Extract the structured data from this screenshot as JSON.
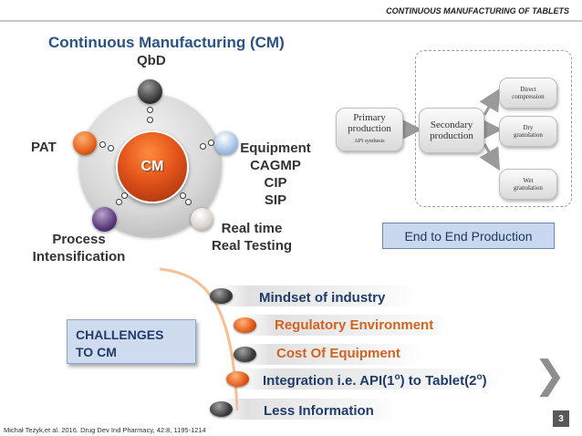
{
  "header": {
    "text": "CONTINUOUS MANUFACTURING OF TABLETS"
  },
  "title": "Continuous Manufacturing (CM)",
  "hub": {
    "center": "CM",
    "labels": {
      "top": "QbD",
      "left": "PAT",
      "right_lines": [
        "Equipment",
        "CAGMP",
        "CIP",
        "SIP"
      ],
      "bottom_left_lines": [
        "Process",
        "Intensification"
      ],
      "bottom_right_lines": [
        "Real time",
        "Real Testing"
      ]
    }
  },
  "flow": {
    "primary": {
      "title_lines": [
        "Primary",
        "production"
      ],
      "caption": "API synthesis"
    },
    "secondary": {
      "title_lines": [
        "Secondary",
        "production"
      ]
    },
    "outputs": [
      {
        "lines": [
          "Direct",
          "compression"
        ]
      },
      {
        "lines": [
          "Dry",
          "granulation"
        ]
      },
      {
        "lines": [
          "Wet",
          "granulation"
        ]
      }
    ],
    "caption_box": "End to End Production"
  },
  "challenges": {
    "box_lines": [
      "CHALLENGES",
      "TO CM"
    ],
    "items": [
      {
        "label": "Mindset of industry",
        "color": "#1f3c6a"
      },
      {
        "label": "Regulatory Environment",
        "color": "#d4621f"
      },
      {
        "label": "Cost Of Equipment",
        "color": "#d4621f"
      },
      {
        "label_pre": "Integration i.e.  API(1",
        "sup1": "o",
        "label_mid": ") to Tablet(2",
        "sup2": "o",
        "label_post": ")",
        "color": "#1f3c6a"
      },
      {
        "label": "Less Information",
        "color": "#1f3c6a"
      }
    ]
  },
  "footer": {
    "citation": "Michał Teżyk,et al. 2016. Drug Dev  Ind Pharmacy, 42:8, 1195-1214",
    "page": "3",
    "next_glyph": "❯"
  }
}
